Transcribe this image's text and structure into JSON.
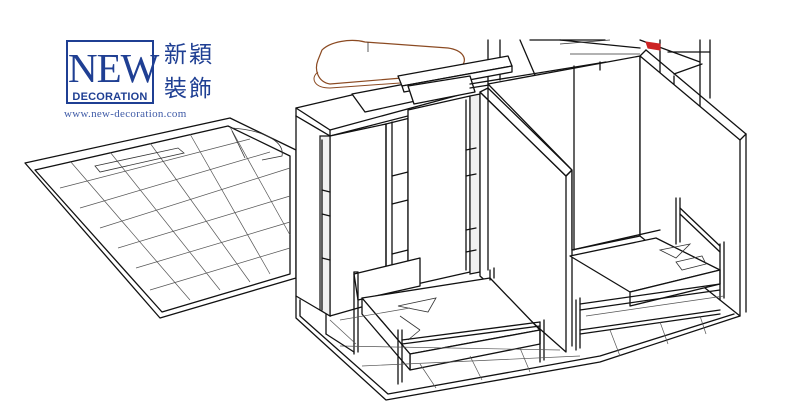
{
  "logo": {
    "mark": "NEW",
    "sub": "DECORATION",
    "chinese_line1": "新穎",
    "chinese_line2": "裝飾",
    "website": "www.new-decoration.com",
    "brand_color": "#1f3f93"
  },
  "drawing": {
    "line_color": "#111111",
    "accent_color": "#cc2222",
    "furniture_outline_color": "#8b4a22"
  }
}
